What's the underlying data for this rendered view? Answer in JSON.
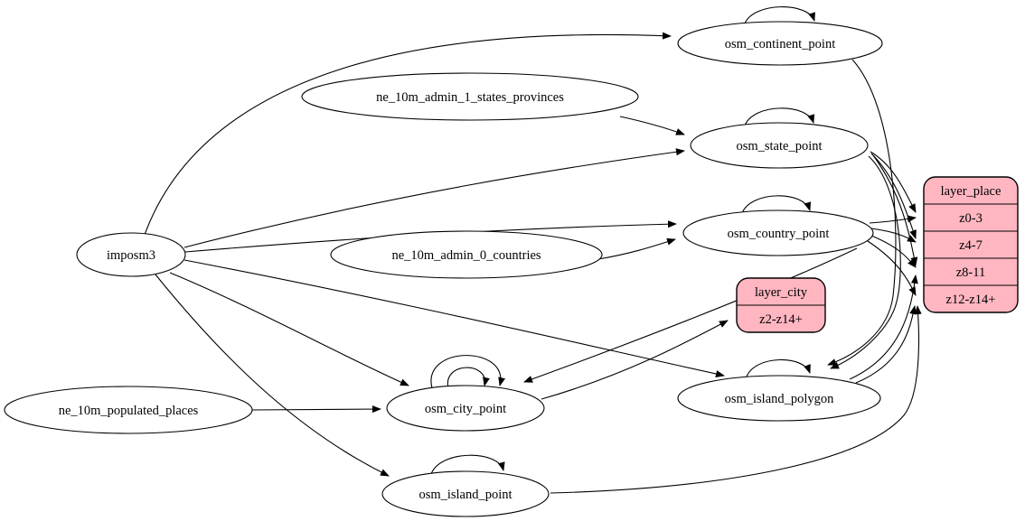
{
  "diagram": {
    "type": "etl-graph",
    "background": "#ffffff",
    "node_fill": "#ffffff",
    "record_fill": "#ffb6c1",
    "edge_color": "#000000",
    "nodes": [
      {
        "id": "imposm3",
        "label": "imposm3",
        "shape": "ellipse"
      },
      {
        "id": "ne_10m_admin_1_states_provinces",
        "label": "ne_10m_admin_1_states_provinces",
        "shape": "ellipse"
      },
      {
        "id": "ne_10m_admin_0_countries",
        "label": "ne_10m_admin_0_countries",
        "shape": "ellipse"
      },
      {
        "id": "ne_10m_populated_places",
        "label": "ne_10m_populated_places",
        "shape": "ellipse"
      },
      {
        "id": "osm_continent_point",
        "label": "osm_continent_point",
        "shape": "ellipse"
      },
      {
        "id": "osm_state_point",
        "label": "osm_state_point",
        "shape": "ellipse"
      },
      {
        "id": "osm_country_point",
        "label": "osm_country_point",
        "shape": "ellipse"
      },
      {
        "id": "osm_city_point",
        "label": "osm_city_point",
        "shape": "ellipse"
      },
      {
        "id": "osm_island_polygon",
        "label": "osm_island_polygon",
        "shape": "ellipse"
      },
      {
        "id": "osm_island_point",
        "label": "osm_island_point",
        "shape": "ellipse"
      }
    ],
    "records": [
      {
        "id": "layer_city",
        "title": "layer_city",
        "rows": [
          "z2-z14+"
        ]
      },
      {
        "id": "layer_place",
        "title": "layer_place",
        "rows": [
          "z0-3",
          "z4-7",
          "z8-11",
          "z12-z14+"
        ]
      }
    ],
    "edges": [
      {
        "from": "imposm3",
        "to": "osm_continent_point"
      },
      {
        "from": "imposm3",
        "to": "osm_state_point"
      },
      {
        "from": "imposm3",
        "to": "osm_country_point"
      },
      {
        "from": "imposm3",
        "to": "osm_city_point"
      },
      {
        "from": "imposm3",
        "to": "osm_island_polygon"
      },
      {
        "from": "imposm3",
        "to": "osm_island_point"
      },
      {
        "from": "ne_10m_admin_1_states_provinces",
        "to": "osm_state_point"
      },
      {
        "from": "ne_10m_admin_0_countries",
        "to": "osm_country_point"
      },
      {
        "from": "ne_10m_populated_places",
        "to": "osm_city_point"
      },
      {
        "from": "osm_continent_point",
        "to": "osm_continent_point"
      },
      {
        "from": "osm_state_point",
        "to": "osm_state_point"
      },
      {
        "from": "osm_country_point",
        "to": "osm_country_point"
      },
      {
        "from": "osm_city_point",
        "to": "osm_city_point"
      },
      {
        "from": "osm_city_point",
        "to": "osm_city_point"
      },
      {
        "from": "osm_island_polygon",
        "to": "osm_island_polygon"
      },
      {
        "from": "osm_island_point",
        "to": "osm_island_point"
      },
      {
        "from": "osm_continent_point",
        "to": "osm_island_polygon"
      },
      {
        "from": "osm_state_point",
        "to": "osm_island_polygon"
      },
      {
        "from": "osm_state_point",
        "to": "layer_place.z0-3"
      },
      {
        "from": "osm_state_point",
        "to": "layer_place.z4-7"
      },
      {
        "from": "osm_state_point",
        "to": "layer_place.z8-11"
      },
      {
        "from": "osm_country_point",
        "to": "layer_place.z0-3"
      },
      {
        "from": "osm_country_point",
        "to": "layer_place.z4-7"
      },
      {
        "from": "osm_country_point",
        "to": "layer_place.z8-11"
      },
      {
        "from": "osm_country_point",
        "to": "layer_place.z12-z14+"
      },
      {
        "from": "osm_country_point",
        "to": "osm_city_point"
      },
      {
        "from": "osm_island_polygon",
        "to": "layer_place.z8-11"
      },
      {
        "from": "osm_island_polygon",
        "to": "layer_place.z12-z14+"
      },
      {
        "from": "osm_island_point",
        "to": "layer_place.z12-z14+"
      },
      {
        "from": "osm_city_point",
        "to": "layer_city.z2-z14+"
      }
    ]
  }
}
